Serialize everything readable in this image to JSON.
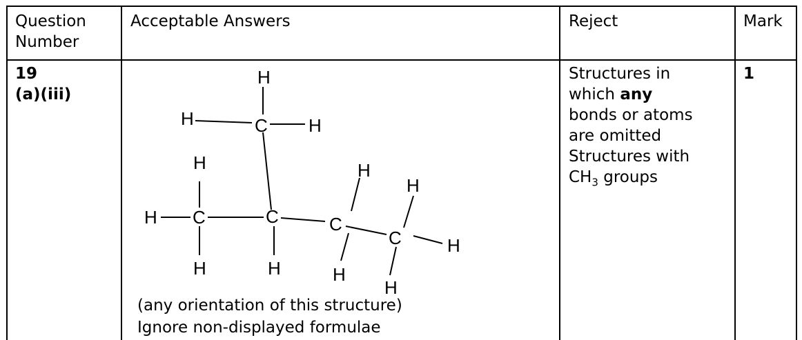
{
  "header": {
    "question_number": [
      "Question",
      "Number"
    ],
    "acceptable_answers": "Acceptable Answers",
    "reject": "Reject",
    "mark": "Mark"
  },
  "row": {
    "question_number": [
      "19",
      "(a)(iii)"
    ],
    "reject_lines": [
      "Structures in",
      "which ",
      "any",
      "bonds or atoms",
      "are omitted",
      "Structures with",
      "CH",
      "3",
      " groups"
    ],
    "mark": "1",
    "notes": [
      "(any orientation of this structure)",
      "Ignore non-displayed formulae"
    ]
  },
  "structure": {
    "atoms": [
      "H",
      "H",
      "C",
      "H",
      "H",
      "H",
      "C",
      "C",
      "C",
      "C",
      "H",
      "H",
      "H",
      "H",
      "H",
      "H",
      "H"
    ]
  }
}
